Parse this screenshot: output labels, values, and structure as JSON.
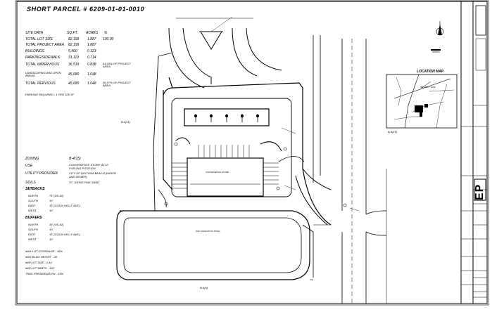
{
  "sheet": {
    "title": "SHORT PARCEL # 6209-01-01-0010",
    "location_map_title": "LOCATION MAP",
    "project_site_label": "PROJECT SITE",
    "ep_logo": "EP",
    "zone_label_north_east": "B-4(11)",
    "zone_label_right": "B-4(15)",
    "zone_label_bottom": "B-4(5)",
    "pond_label": "WET DETENTION POND",
    "store_label": "CONVENIENCE STORE",
    "north_arrow_label": "NORTH"
  },
  "site_data": {
    "headers": [
      "SITE DATA",
      "SQ.FT.",
      "ACRES",
      "%"
    ],
    "rows": [
      {
        "label": "TOTAL LOT SIZE",
        "sqft": "82,199",
        "acres": "1.887",
        "pct": "100.00"
      },
      {
        "label": "TOTAL PROJECT AREA",
        "sqft": "82,199",
        "acres": "1.887",
        "pct": ""
      },
      {
        "label": "BUILDINGS",
        "sqft": "5,400",
        "acres": "0.123",
        "pct": ""
      },
      {
        "label": "PARKING/SIDEWALK",
        "sqft": "31,119",
        "acres": "0.714",
        "pct": ""
      },
      {
        "label": "TOTAL IMPERVIOUS",
        "sqft": "36,519",
        "acres": "0.838",
        "pct": "44.43% OF PROJECT AREA"
      },
      {
        "label": "LANDSCAPING AND OPEN AREAS",
        "sqft": "45,680",
        "acres": "1.048",
        "pct": ""
      },
      {
        "label": "TOTAL PERVIOUS",
        "sqft": "45,680",
        "acres": "1.048",
        "pct": "55.57% OF PROJECT AREA"
      }
    ],
    "parking_required": "PARKING REQUIRED - 1 PER 225 SF"
  },
  "zoning": [
    {
      "label": "ZONING",
      "value": "B-4(15)"
    },
    {
      "label": "USE",
      "value": "CONVENIENCE STORE W/ 10 FUELING POSITION"
    },
    {
      "label": "UTILITY PROVIDER",
      "value": "CITY OF DAYTONA BEACH (WATER AND SEWER)"
    },
    {
      "label": "SOILS",
      "value": "ST. JOHNS FINE SAND"
    }
  ],
  "setbacks": {
    "title": "SETBACKS",
    "rows": [
      {
        "label": "NORTH",
        "value": "75' (US-92)"
      },
      {
        "label": "SOUTH",
        "value": "10'"
      },
      {
        "label": "EAST",
        "value": "15' (COLIN KELLY AVE.)"
      },
      {
        "label": "WEST",
        "value": "10'"
      }
    ]
  },
  "buffers": {
    "title": "BUFFERS",
    "rows": [
      {
        "label": "NORTH",
        "value": "35' (US-92)"
      },
      {
        "label": "SOUTH",
        "value": "10'"
      },
      {
        "label": "EAST",
        "value": "15' (COLIN KELLY AVE.)"
      },
      {
        "label": "WEST",
        "value": "10'"
      }
    ]
  },
  "lot_rules": [
    "MAX LOT COVERAGE - 35%",
    "MAX BLDG HEIGHT - 45'",
    "MIN LOT SIZE - 1 AC",
    "MIN LOT WIDTH - 150'",
    "TREE PRESERVATION - 15%"
  ],
  "colors": {
    "ink": "#000000",
    "paper": "#ffffff"
  }
}
